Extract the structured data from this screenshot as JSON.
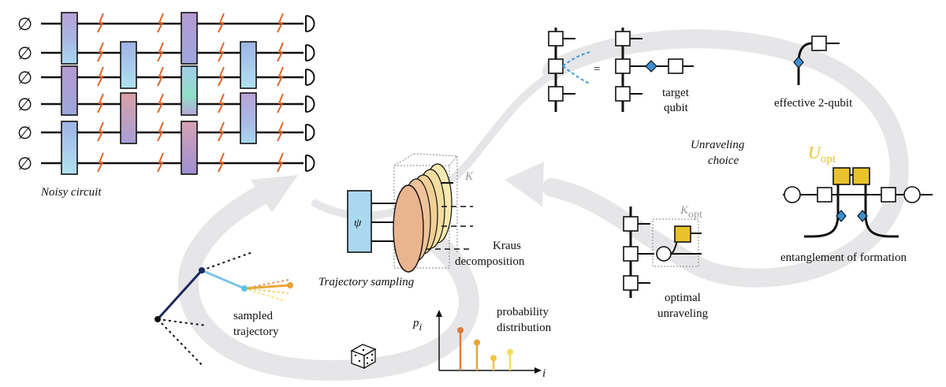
{
  "labels": {
    "noisy_circuit": "Noisy circuit",
    "trajectory_sampling": "Trajectory sampling",
    "unraveling_choice_1": "Unraveling",
    "unraveling_choice_2": "choice",
    "kraus_1": "Kraus",
    "kraus_2": "decomposition",
    "target_1": "target",
    "target_2": "qubit",
    "effective": "effective 2-qubit",
    "eof": "entanglement of formation",
    "optimal_1": "optimal",
    "optimal_2": "unraveling",
    "sampled_1": "sampled",
    "sampled_2": "trajectory",
    "prob_1": "probability",
    "prob_2": "distribution",
    "psi": "ψ",
    "K": "K",
    "K_opt_main": "K",
    "K_opt_sub": "opt",
    "U_opt_main": "U",
    "U_opt_sub": "opt",
    "p_i_main": "p",
    "p_i_sub": "i",
    "i_axis": "i",
    "equals": "=",
    "empty_state": "∅"
  },
  "colors": {
    "arrow_gray": "#e6e6e8",
    "wire": "#111111",
    "noise": "#e0672a",
    "gold": "#e8c22a",
    "diamond": "#3d8fd0",
    "kraus_dash": "#3a9ad9",
    "kraus_peach": "#eab48f",
    "kraus_yellow": "#f5dfa0",
    "psi_fill": "#aad8ee"
  },
  "icons": {
    "measure": "measurement-d-icon",
    "noise": "lightning-icon",
    "dice": "dice-icon"
  },
  "chart_data": {
    "type": "stem",
    "xlabel": "i",
    "ylabel": "p_i",
    "values": [
      0.72,
      0.5,
      0.22,
      0.33
    ],
    "colors": [
      "#e07a3a",
      "#e9a13a",
      "#f0c53c",
      "#f4dd5a"
    ]
  }
}
